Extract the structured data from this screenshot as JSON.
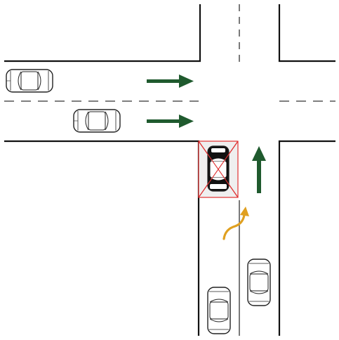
{
  "colors": {
    "background": "#ffffff",
    "road_edge": "#111111",
    "lane_dash": "#333333",
    "arrow_green": "#1f5a2e",
    "arrow_orange": "#e0a020",
    "highlight_red": "#e03030",
    "highlight_fill": "#f0f0f0",
    "car_body_white": "#ffffff",
    "car_body_black": "#111111",
    "car_outline": "#222222"
  },
  "scene": {
    "description_icons": [
      "intersection",
      "green-straight-arrow",
      "orange-lane-change-arrow",
      "highlighted-car-with-x"
    ],
    "cars": [
      {
        "name": "car-west-top",
        "color": "white",
        "heading": "east"
      },
      {
        "name": "car-west-bottom",
        "color": "white",
        "heading": "east"
      },
      {
        "name": "car-highlighted",
        "color": "black",
        "heading": "north",
        "marked": true
      },
      {
        "name": "car-south-right",
        "color": "white",
        "heading": "north"
      },
      {
        "name": "car-south-left",
        "color": "white",
        "heading": "north"
      }
    ],
    "arrows": [
      {
        "name": "east-arrow-upper",
        "color": "green",
        "direction": "east"
      },
      {
        "name": "east-arrow-lower",
        "color": "green",
        "direction": "east"
      },
      {
        "name": "north-arrow",
        "color": "green",
        "direction": "north"
      },
      {
        "name": "lane-change-arrow",
        "color": "orange",
        "direction": "north-east"
      }
    ]
  }
}
